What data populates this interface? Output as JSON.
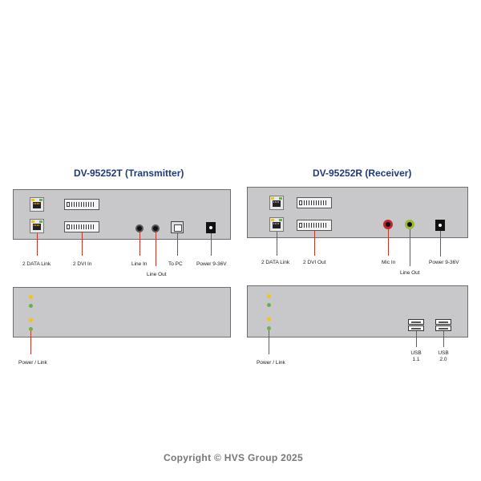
{
  "transmitter": {
    "title": "DV-95252T (Transmitter)",
    "labels": {
      "data_link": "2 DATA Link",
      "dvi": "2 DVI In",
      "line_in": "Line In",
      "line_out": "Line Out",
      "to_pc": "To PC",
      "power": "Power 9-36V",
      "power_link": "Power / Link"
    }
  },
  "receiver": {
    "title": "DV-95252R (Receiver)",
    "labels": {
      "data_link": "2 DATA Link",
      "dvi": "2 DVI Out",
      "mic_in": "Mic In",
      "line_out": "Line Out",
      "power": "Power 9-36V",
      "power_link": "Power / Link",
      "usb11_a": "USB",
      "usb11_b": "1.1",
      "usb20_a": "USB",
      "usb20_b": "2.0"
    }
  },
  "copyright": "Copyright © HVS Group 2025",
  "colors": {
    "title": "#1f3a78",
    "leader": "#c0392b",
    "panel": "#c8c8cb",
    "led_yellow": "#f0c419",
    "led_green": "#6ab04c"
  }
}
